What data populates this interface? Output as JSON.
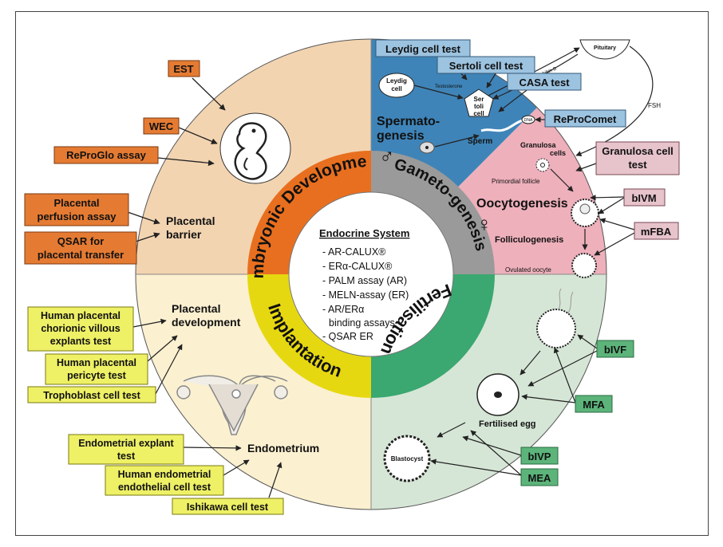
{
  "colors": {
    "embryonic": "#f3d4b1",
    "gametogenesis_male": "#3f84b8",
    "gametogenesis_female": "#eeb0bb",
    "fertilisation": "#d6e6d6",
    "implantation": "#fbf0d0",
    "ring_embryonic": "#e86f1f",
    "ring_gameto": "#9a9a9a",
    "ring_fert": "#3aa870",
    "ring_impl": "#e6d810",
    "box_orange": "#e57b33",
    "box_blue": "#9cc3e0",
    "box_pink": "#e7c3cc",
    "box_green": "#5cb47a",
    "box_yellow": "#eef066"
  },
  "ring": {
    "embryonic": "Embryonic Development",
    "gametogenesis": "Gameto-genesis",
    "fertilisation": "Fertilisation",
    "implantation": "Implantation"
  },
  "center": {
    "title": "Endocrine System",
    "items": [
      "- AR-CALUX®",
      "- ERα-CALUX®",
      "- PALM assay (AR)",
      "- MELN-assay (ER)",
      "- AR/ERα",
      "binding assays",
      "- QSAR ER"
    ]
  },
  "embryonic": {
    "placental_barrier": [
      "Placental",
      "barrier"
    ],
    "boxes": {
      "est": "EST",
      "wec": "WEC",
      "reproglo": "ReProGlo assay",
      "perfusion": [
        "Placental",
        "perfusion assay"
      ],
      "qsar": [
        "QSAR for",
        "placental transfer"
      ]
    }
  },
  "gametogenesis": {
    "spermatogenesis": [
      "Spermato-",
      "genesis"
    ],
    "sperm": "Sperm",
    "leydig_cell": [
      "Leydig",
      "cell"
    ],
    "sertoli_cell": [
      "Ser",
      "toli",
      "cell"
    ],
    "testosterone": "Testosterone",
    "pituitary": "Pituitary",
    "inhibin": "Inhibin B",
    "fsh": "FSH",
    "dna": "DNA",
    "oocytogenesis": "Oocytogenesis",
    "granulosa_cells": [
      "Granulosa",
      "cells"
    ],
    "primordial_follicle": "Primordial follicle",
    "folliculogenesis": "Folliculogenesis",
    "ovulated_oocyte": "Ovulated oocyte",
    "male_symbol": "♂",
    "female_symbol": "♀",
    "boxes": {
      "leydig_test": "Leydig cell test",
      "sertoli_test": "Sertoli cell test",
      "casa": "CASA test",
      "reprocomet": "ReProComet",
      "granulosa_test": [
        "Granulosa cell",
        "test"
      ],
      "bivm": "bIVM",
      "mfba": "mFBA"
    }
  },
  "fertilisation": {
    "fertilised_egg": "Fertilised egg",
    "blastocyst": "Blastocyst",
    "boxes": {
      "bivf": "bIVF",
      "mfa": "MFA",
      "bivp": "bIVP",
      "mea": "MEA"
    }
  },
  "implantation": {
    "placental_development": [
      "Placental",
      "development"
    ],
    "endometrium": "Endometrium",
    "boxes": {
      "chorionic": [
        "Human placental",
        "chorionic villous",
        "explants test"
      ],
      "pericyte": [
        "Human placental",
        "pericyte test"
      ],
      "trophoblast": "Trophoblast cell test",
      "endo_explant": [
        "Endometrial explant",
        "test"
      ],
      "endo_endothelial": [
        "Human endometrial",
        "endothelial cell test"
      ],
      "ishikawa": "Ishikawa cell test"
    }
  }
}
